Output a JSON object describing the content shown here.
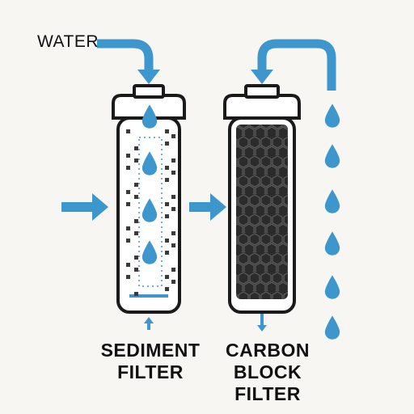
{
  "labels": {
    "water": "WATER",
    "sediment_line1": "SEDIMENT",
    "sediment_line2": "FILTER",
    "carbon_line1": "CARBON",
    "carbon_line2": "BLOCK",
    "carbon_line3": "FILTER"
  },
  "colors": {
    "water_blue": "#3d96cc",
    "outline": "#1a1a1a",
    "carbon": "#2b2b2b",
    "background": "#f7f6f3"
  }
}
